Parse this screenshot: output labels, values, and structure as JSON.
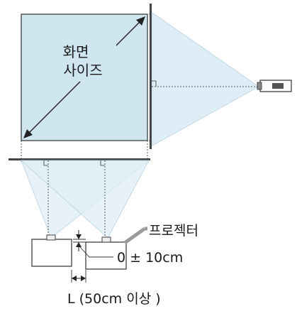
{
  "labels": {
    "screen_size_line1": "화면",
    "screen_size_line2": "사이즈",
    "projector": "프로젝터",
    "height_offset": "0 ± 10cm",
    "distance": "L (50cm 이상 )"
  },
  "colors": {
    "screen_fill": "#cfe6f1",
    "light_cone": "#dfeef6",
    "line": "#333333",
    "leader": "#9a9a9a"
  }
}
